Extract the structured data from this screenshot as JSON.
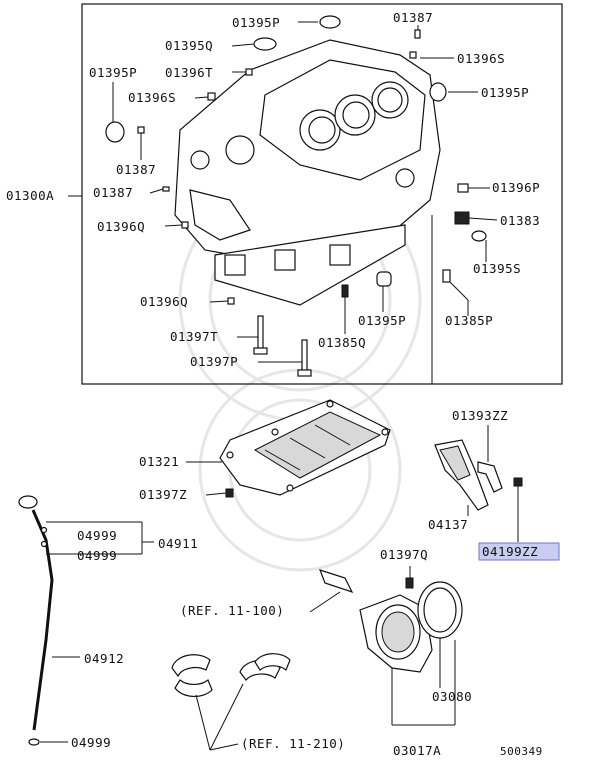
{
  "labels": {
    "l01395P_a": "01395P",
    "l01387_a": "01387",
    "l01395Q_a": "01395Q",
    "l01396S_a": "01396S",
    "l01395P_b": "01395P",
    "l01396T": "01396T",
    "l01395P_c": "01395P",
    "l01396S_b": "01396S",
    "l01387_b": "01387",
    "l01300A": "01300A",
    "l01387_c": "01387",
    "l01396P": "01396P",
    "l01396Q_a": "01396Q",
    "l01383": "01383",
    "l01395S": "01395S",
    "l01396Q_b": "01396Q",
    "l01395P_d": "01395P",
    "l01385P": "01385P",
    "l01397T": "01397T",
    "l01385Q": "01385Q",
    "l01397P": "01397P",
    "l01393ZZ": "01393ZZ",
    "l01321": "01321",
    "l01397Z": "01397Z",
    "l04137": "04137",
    "l04999_a": "04999",
    "l04911": "04911",
    "l04999_b": "04999",
    "l04199ZZ": "04199ZZ",
    "l01397Q": "01397Q",
    "lref100": "(REF. 11-100)",
    "l04912": "04912",
    "l03080": "03080",
    "lref210": "(REF. 11-210)",
    "l04999_c": "04999",
    "l03017A": "03017A",
    "l500349": "500349"
  },
  "highlight_part": "04199ZZ",
  "colors": {
    "highlight_fill": "#c9cdf2",
    "highlight_stroke": "#6e76c9",
    "line": "#111111"
  }
}
